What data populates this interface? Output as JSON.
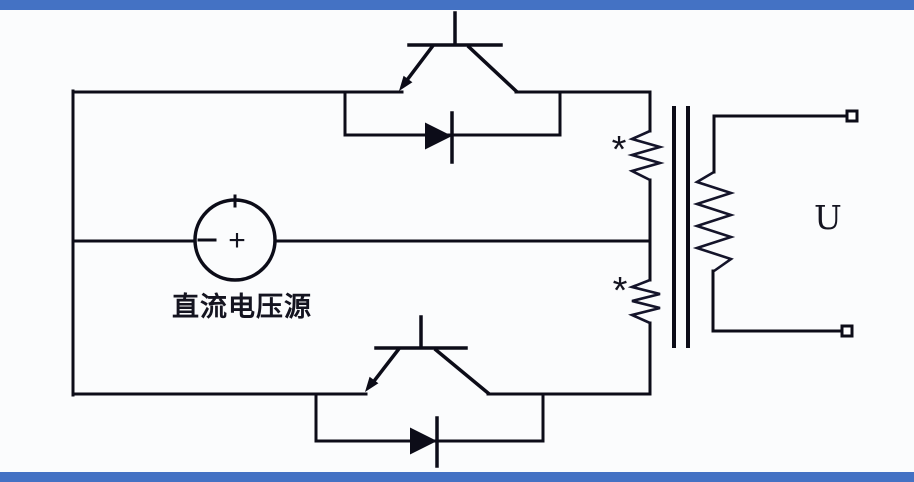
{
  "meta": {
    "background_color": "#fbfcfd",
    "accent_bar_color": "#4472c4",
    "line_color": "#0c0c18"
  },
  "labels": {
    "dc_source": "直流电压源",
    "output_voltage": "U",
    "polarity_top": "*",
    "polarity_bottom": "*",
    "plus": "+"
  },
  "components": {
    "source": "dc-voltage-source",
    "switch_top": "transistor",
    "switch_bottom": "transistor",
    "diode_top": "diode",
    "diode_bottom": "diode",
    "magnetics": "center-tapped-transformer",
    "output_top": "terminal",
    "output_bottom": "terminal"
  }
}
